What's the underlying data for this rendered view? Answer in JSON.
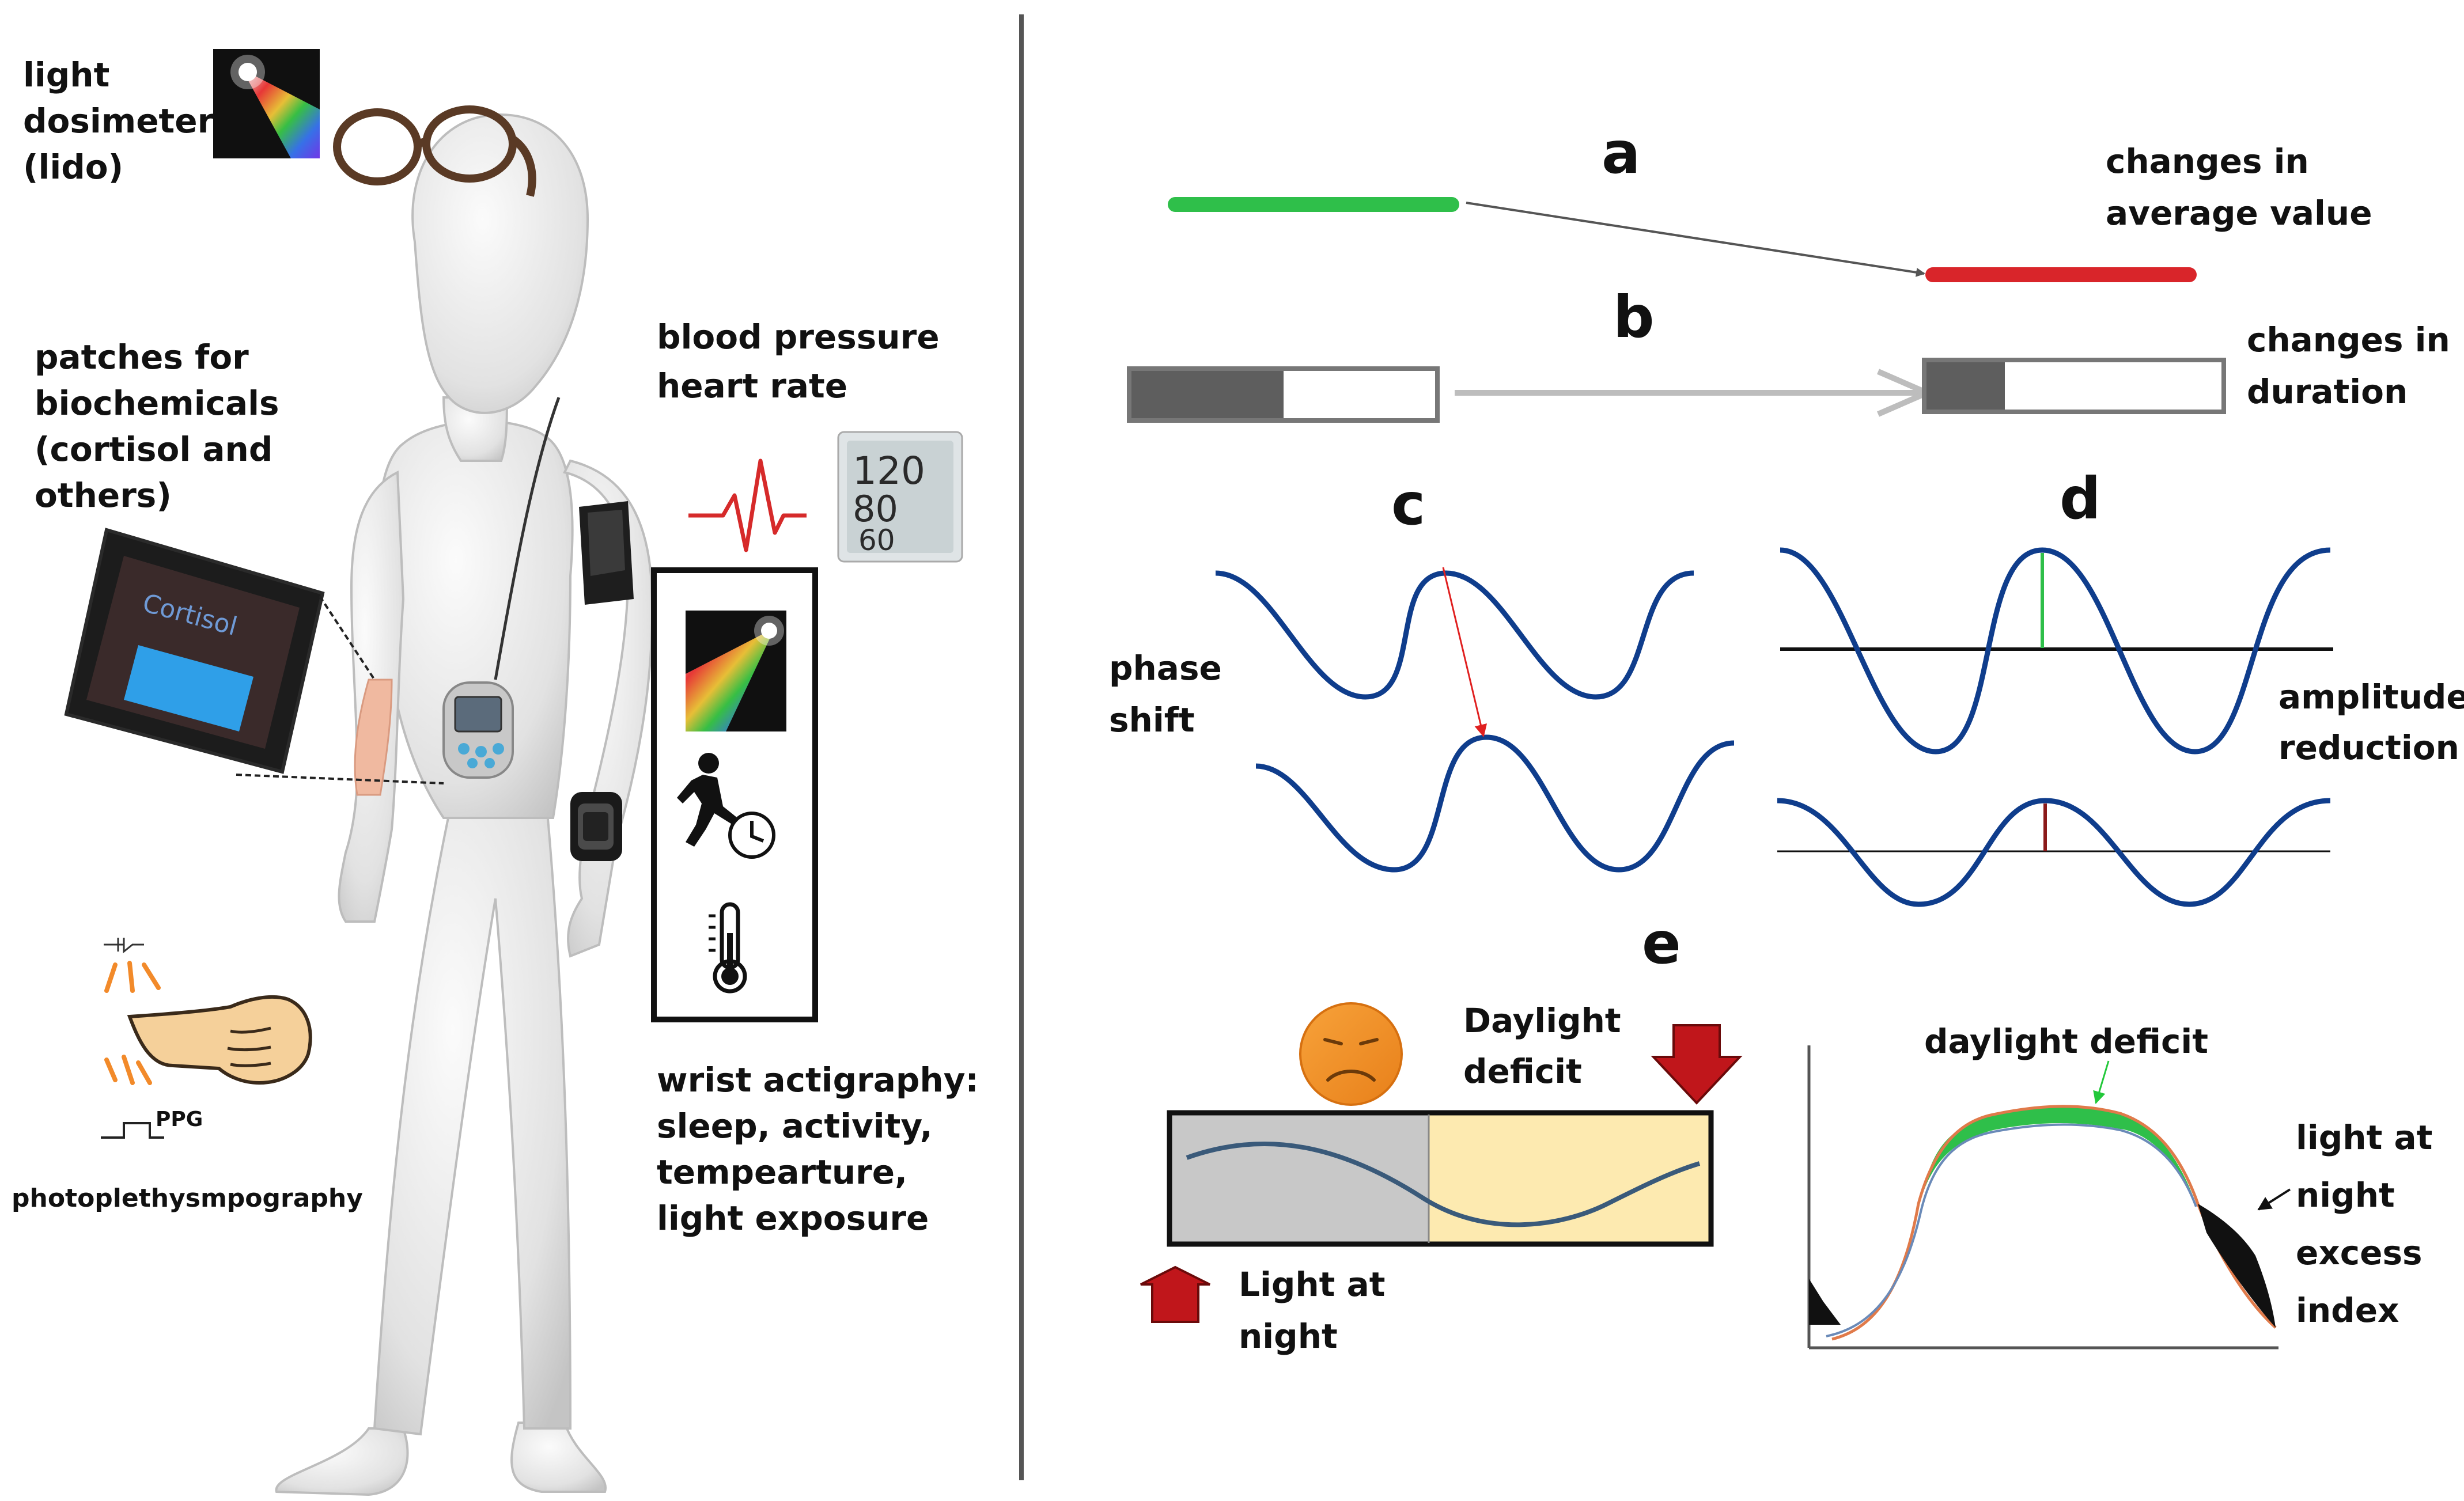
{
  "left": {
    "light_dosimeter": [
      "light",
      "dosimeter",
      "(lido)"
    ],
    "patches": [
      "patches for",
      "biochemicals",
      "(cortisol and",
      "others)"
    ],
    "patch_screen_text": "Cortisol",
    "blood": [
      "blood pressure",
      "heart rate"
    ],
    "bp_monitor": [
      "120",
      "80",
      "60"
    ],
    "ppg_short": "PPG",
    "ppg_long": "photoplethysmpography",
    "wrist": [
      "wrist actigraphy:",
      "sleep, activity,",
      "tempearture,",
      "light exposure"
    ]
  },
  "right": {
    "a_letter": "a",
    "a_label": [
      "changes in",
      "average value"
    ],
    "b_letter": "b",
    "b_label": [
      "changes in",
      "duration"
    ],
    "c_letter": "c",
    "c_label": [
      "phase",
      "shift"
    ],
    "d_letter": "d",
    "d_label": [
      "amplitude",
      "reduction"
    ],
    "e_letter": "e",
    "daylight_label": [
      "Daylight",
      "deficit"
    ],
    "lan_label": [
      "Light at",
      "night"
    ],
    "curve_deficit_label": "daylight deficit",
    "lan_excess_label": [
      "light at",
      "night",
      "excess",
      "index"
    ]
  },
  "colors": {
    "green": "#2fbf4a",
    "red": "#d9252a",
    "navy": "#0f3d8c",
    "arrow_red": "#c0161b",
    "night_grey": "#c8c8c8",
    "day_yellow": "#fdeab0",
    "figure_white": "#ebebeb"
  },
  "icons": [
    "light-source-icon",
    "glasses-icon",
    "heartbeat-icon",
    "runner-clock-icon",
    "thermometer-icon",
    "pointing-hand-icon",
    "sad-face-icon"
  ]
}
